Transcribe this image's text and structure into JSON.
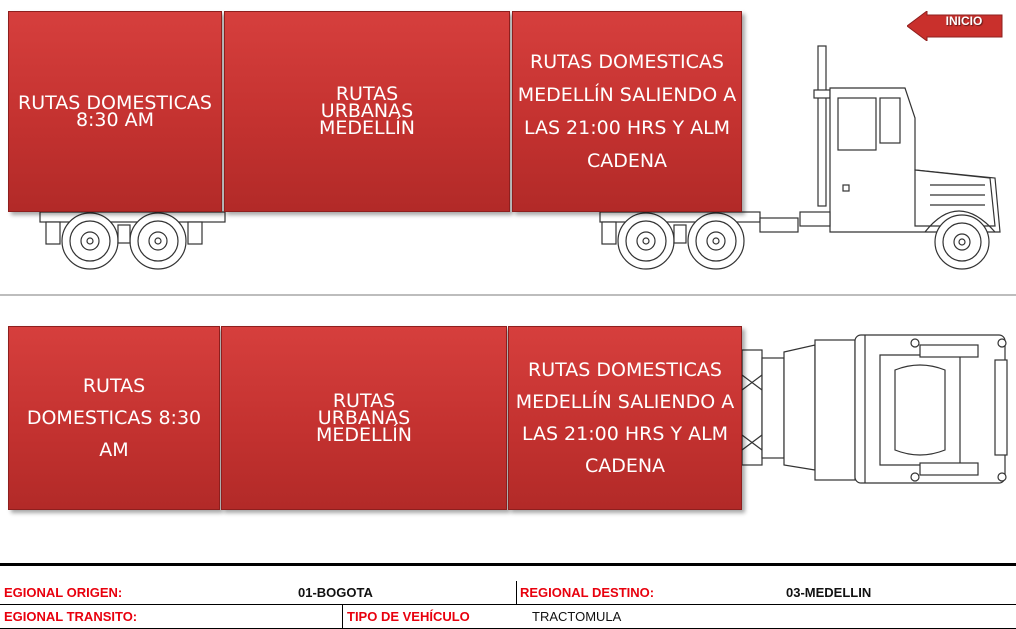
{
  "nav": {
    "inicio_label": "INICIO"
  },
  "side_view": {
    "boxes": [
      {
        "text": "RUTAS DOMESTICAS 8:30 AM"
      },
      {
        "text": "RUTAS URBANAS MEDELLÍN"
      },
      {
        "text": "RUTAS DOMESTICAS MEDELLÍN SALIENDO A LAS 21:00 HRS Y ALM CADENA"
      }
    ]
  },
  "top_view": {
    "boxes": [
      {
        "text": "RUTAS DOMESTICAS 8:30 AM"
      },
      {
        "text": "RUTAS URBANAS MEDELLÍN"
      },
      {
        "text": "RUTAS DOMESTICAS MEDELLÍN SALIENDO A LAS 21:00 HRS Y ALM CADENA"
      }
    ]
  },
  "info_table": {
    "regional_origen_label": "EGIONAL ORIGEN:",
    "regional_origen_value": "01-BOGOTA",
    "regional_destino_label": "REGIONAL DESTINO:",
    "regional_destino_value": "03-MEDELLIN",
    "regional_transito_label": "EGIONAL TRANSITO:",
    "tipo_vehiculo_label": "TIPO DE VEHÍCULO",
    "tipo_vehiculo_value": "TRACTOMULA"
  },
  "colors": {
    "box_red": "#c43230",
    "label_red": "#e8000d"
  }
}
